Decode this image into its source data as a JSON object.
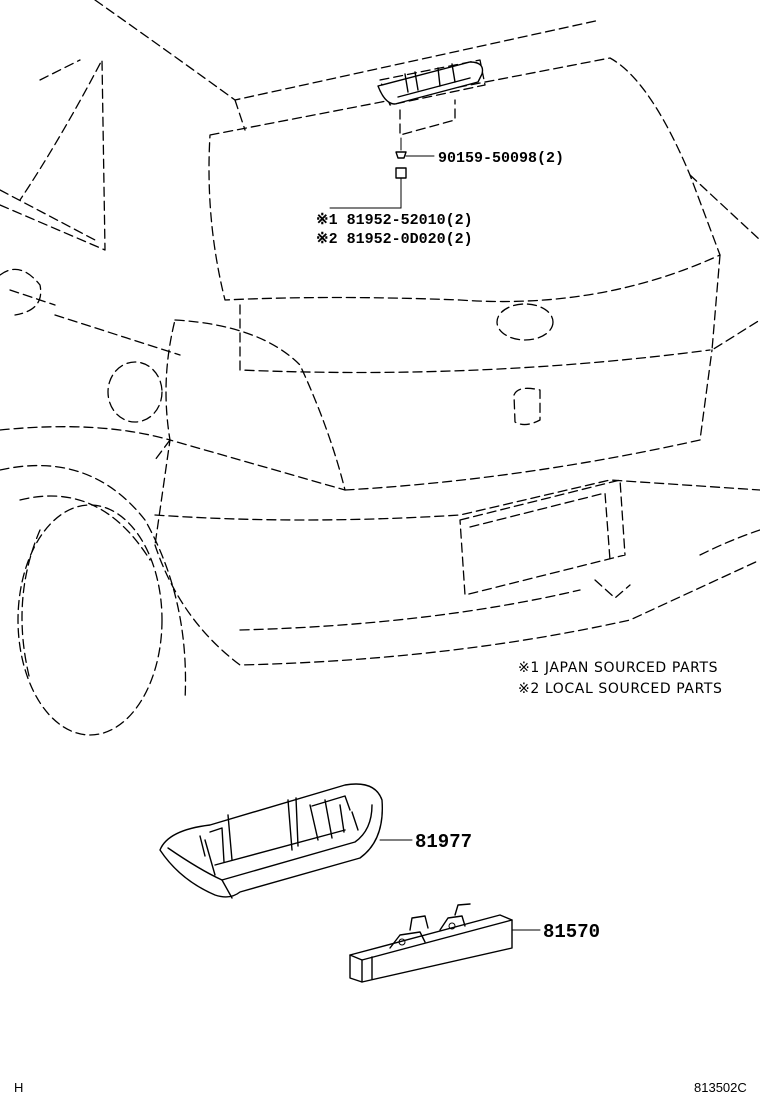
{
  "labels": {
    "screw": "90159-50098(2)",
    "clip_japan": "※1 81952-52010(2)",
    "clip_local": "※2 81952-0D020(2)",
    "cover": "81977",
    "lamp": "81570"
  },
  "notes": {
    "japan": "※1 JAPAN SOURCED PARTS",
    "local": "※2 LOCAL SOURCED PARTS"
  },
  "corner": {
    "left": "H",
    "right": "813502C"
  }
}
